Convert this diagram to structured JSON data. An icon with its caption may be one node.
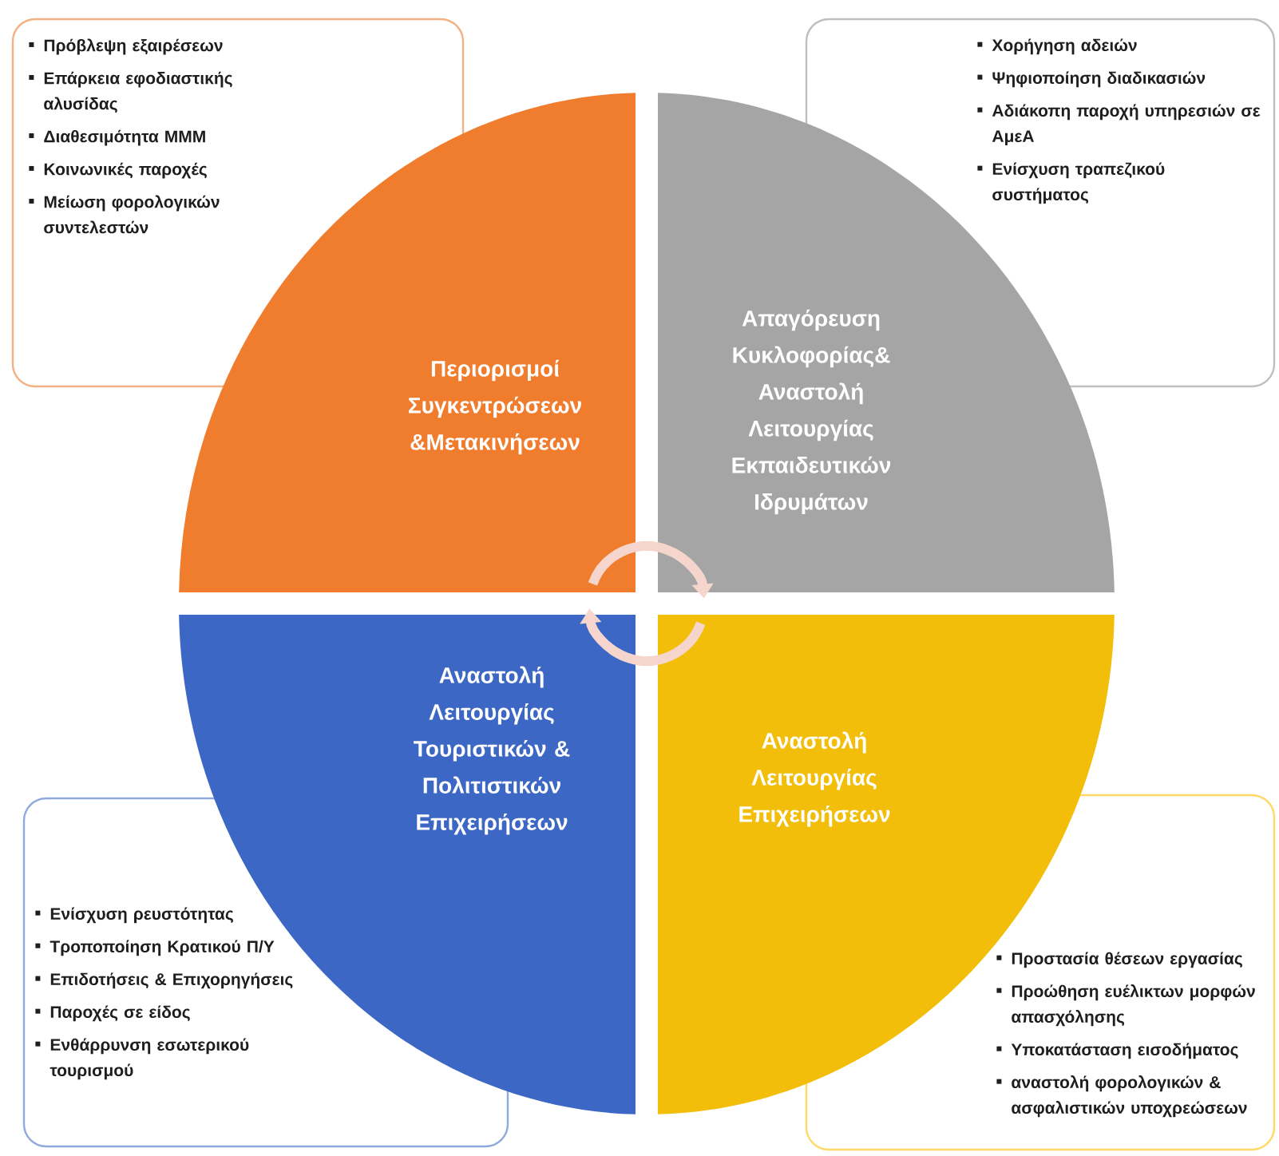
{
  "diagram": {
    "nodes": [
      {
        "text": [
          "Πρόβλεψη εξαιρέσεων",
          "Επάρκεια εφοδιαστικής αλυσίδας",
          "Διαθεσιμότητα ΜΜΜ",
          "Κοινωνικές παροχές",
          "Μείωση φορολογικών συντελεστών"
        ]
      },
      {
        "text": [
          "Χορήγηση αδειών",
          "Ψηφιοποίηση διαδικασιών",
          "Αδιάκοπη παροχή υπηρεσιών σε ΑμεΑ",
          "Ενίσχυση τραπεζικού συστήματος"
        ]
      },
      {
        "text": [
          "Ενίσχυση ρευστότητας",
          "Τροποποίηση Κρατικού Π/Υ",
          "Επιδοτήσεις & Επιχορηγήσεις",
          "Παροχές σε είδος",
          "Ενθάρρυνση εσωτερικού τουρισμού"
        ]
      },
      {
        "text": [
          "Προστασία θέσεων εργασίας",
          "Προώθηση ευέλικτων μορφών απασχόλησης",
          "Υποκατάσταση εισοδήματος",
          "αναστολή φορολογικών & ασφαλιστικών υποχρεώσεων"
        ]
      },
      {
        "text": [
          "Περιορισμοί Συγκεντρώσεων &Μετακινήσεων"
        ]
      },
      {
        "text": [
          "Απαγόρευση Κυκλοφορίας& Αναστολή Λειτουργίας Εκπαιδευτικών Ιδρυμάτων"
        ]
      },
      {
        "text": [
          "Αναστολή Λειτουργίας Τουριστικών & Πολιτιστικών Επιχειρήσεων"
        ]
      },
      {
        "text": [
          "Αναστολή Λειτουργίας Επιχειρήσεων"
        ]
      }
    ],
    "edges": [
      {
        "from": 4,
        "to": 5,
        "arrow": "to"
      },
      {
        "from": 7,
        "to": 6,
        "arrow": "to"
      }
    ]
  }
}
